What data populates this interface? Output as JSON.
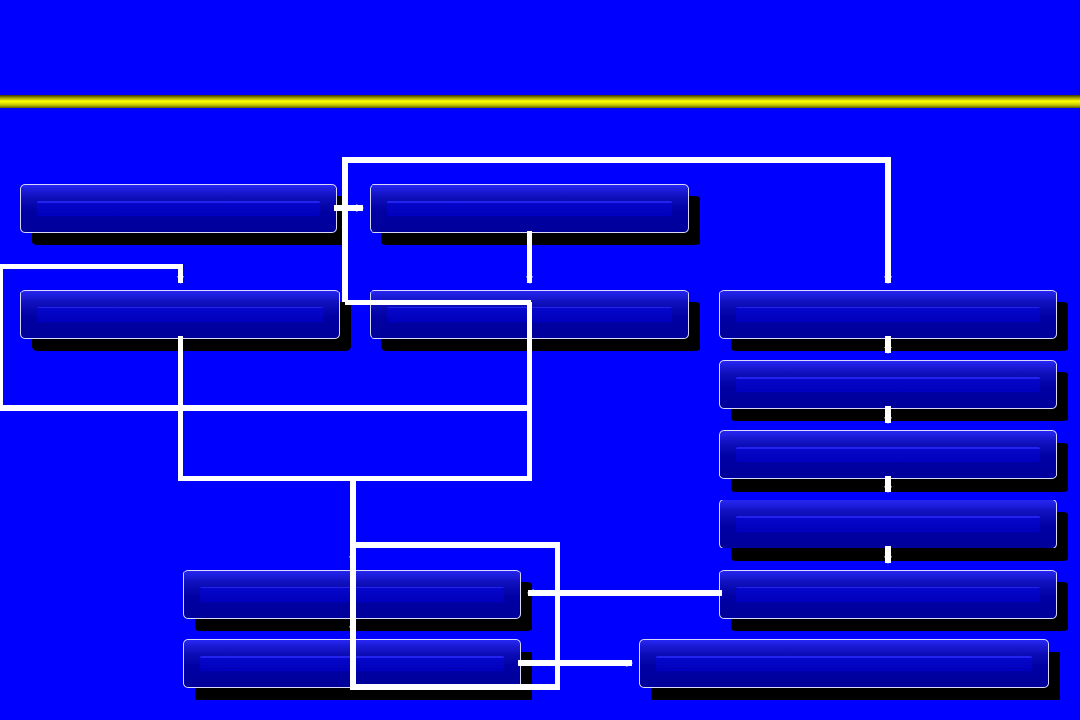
{
  "slide": {
    "title": ""
  },
  "nodes": [
    {
      "id": "n1",
      "label": ""
    },
    {
      "id": "n2",
      "label": ""
    },
    {
      "id": "n3",
      "label": ""
    },
    {
      "id": "n4",
      "label": ""
    },
    {
      "id": "n5",
      "label": ""
    },
    {
      "id": "n6",
      "label": ""
    },
    {
      "id": "n7",
      "label": ""
    },
    {
      "id": "n8",
      "label": ""
    },
    {
      "id": "n9",
      "label": ""
    },
    {
      "id": "n10",
      "label": ""
    },
    {
      "id": "n11",
      "label": ""
    },
    {
      "id": "n12",
      "label": ""
    },
    {
      "id": "n13",
      "label": ""
    }
  ],
  "colors": {
    "background": "#0000ff",
    "title_rule": "#ffff00",
    "connector": "#ffffff",
    "box_fill": "#0000a4",
    "box_shadow": "#000000"
  }
}
